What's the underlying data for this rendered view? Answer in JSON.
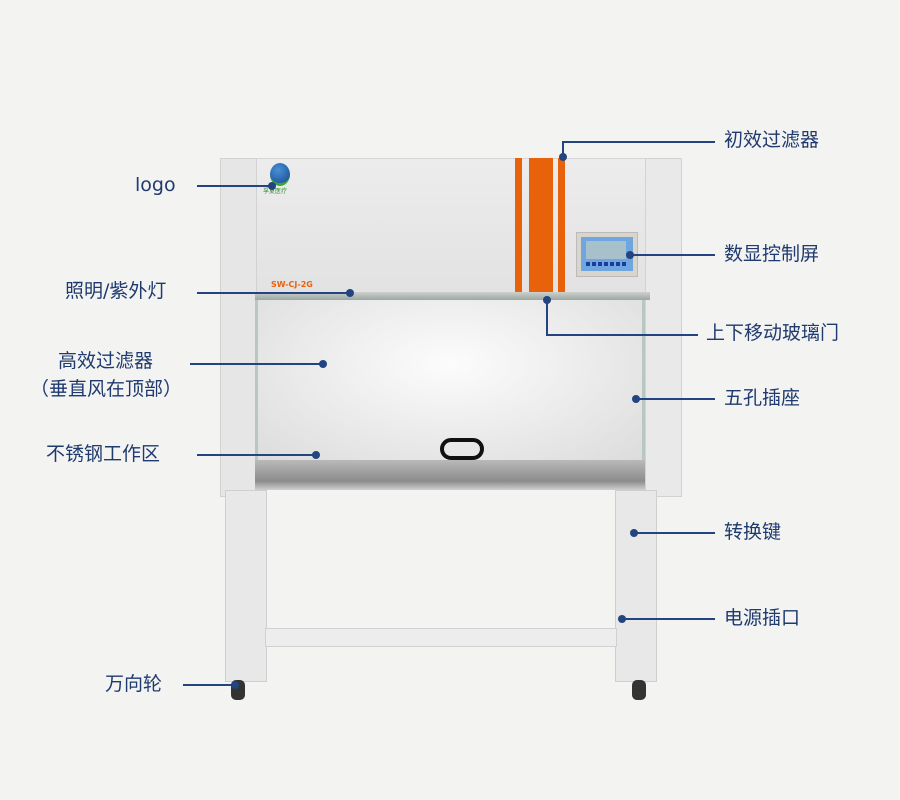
{
  "product": {
    "model": "SW-CJ-2G",
    "logo_text": "孚夏医疗",
    "accent": "#e8620c"
  },
  "labels": {
    "logo": "logo",
    "primary_filter": "初效过滤器",
    "display": "数显控制屏",
    "lighting": "照明/紫外灯",
    "glass_door": "上下移动玻璃门",
    "hepa": "高效过滤器",
    "hepa_note": "（垂直风在顶部）",
    "socket": "五孔插座",
    "work_area": "不锈钢工作区",
    "switch": "转换键",
    "power": "电源插口",
    "caster": "万向轮"
  }
}
